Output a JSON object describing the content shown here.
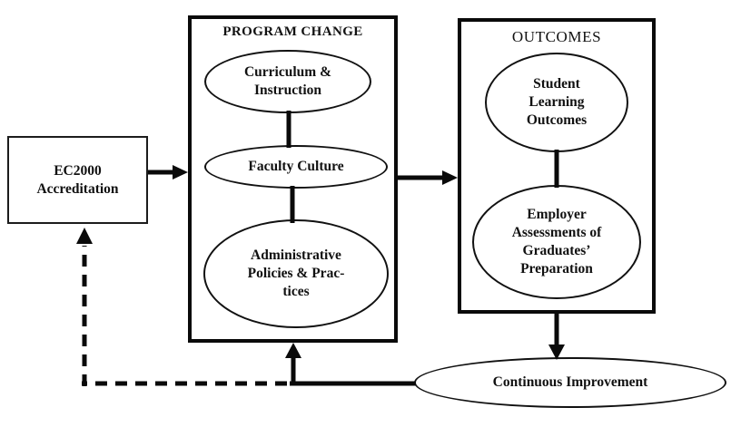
{
  "diagram": {
    "ec2000": {
      "label": "EC2000\nAccreditation"
    },
    "program_change": {
      "title": "PROGRAM CHANGE",
      "curriculum": "Curriculum &\nInstruction",
      "faculty": "Faculty Culture",
      "admin": "Administrative\nPolicies & Prac-\ntices"
    },
    "outcomes": {
      "title": "OUTCOMES",
      "student": "Student\nLearning\nOutcomes",
      "employer": "Employer\nAssessments of\nGraduates’\nPreparation"
    },
    "continuous_improvement": {
      "label": "Continuous Improvement"
    },
    "colors": {
      "line": "#000000",
      "background": "#ffffff",
      "text": "#111111"
    }
  }
}
